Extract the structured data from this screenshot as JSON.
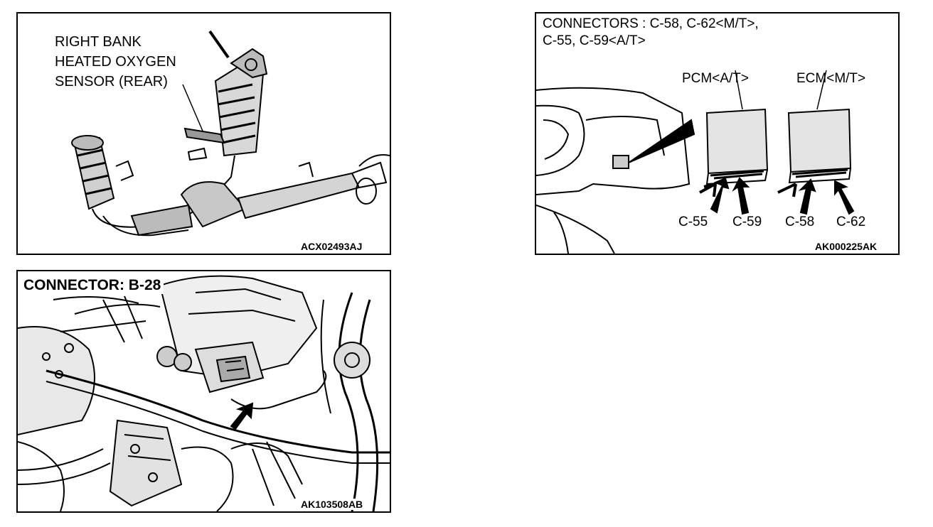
{
  "figure1": {
    "callout_line1": "RIGHT BANK",
    "callout_line2": "HEATED OXYGEN",
    "callout_line3": "SENSOR (REAR)",
    "code": "ACX02493AJ"
  },
  "figure2": {
    "header_line1": "CONNECTORS : C-58, C-62<M/T>,",
    "header_line2": "C-55, C-59<A/T>",
    "pcm_label": "PCM<A/T>",
    "ecm_label": "ECM<M/T>",
    "connectors": [
      "C-55",
      "C-59",
      "C-58",
      "C-62"
    ],
    "code": "AK000225AK"
  },
  "figure3": {
    "header": "CONNECTOR: B-28",
    "code": "AK103508AB"
  }
}
